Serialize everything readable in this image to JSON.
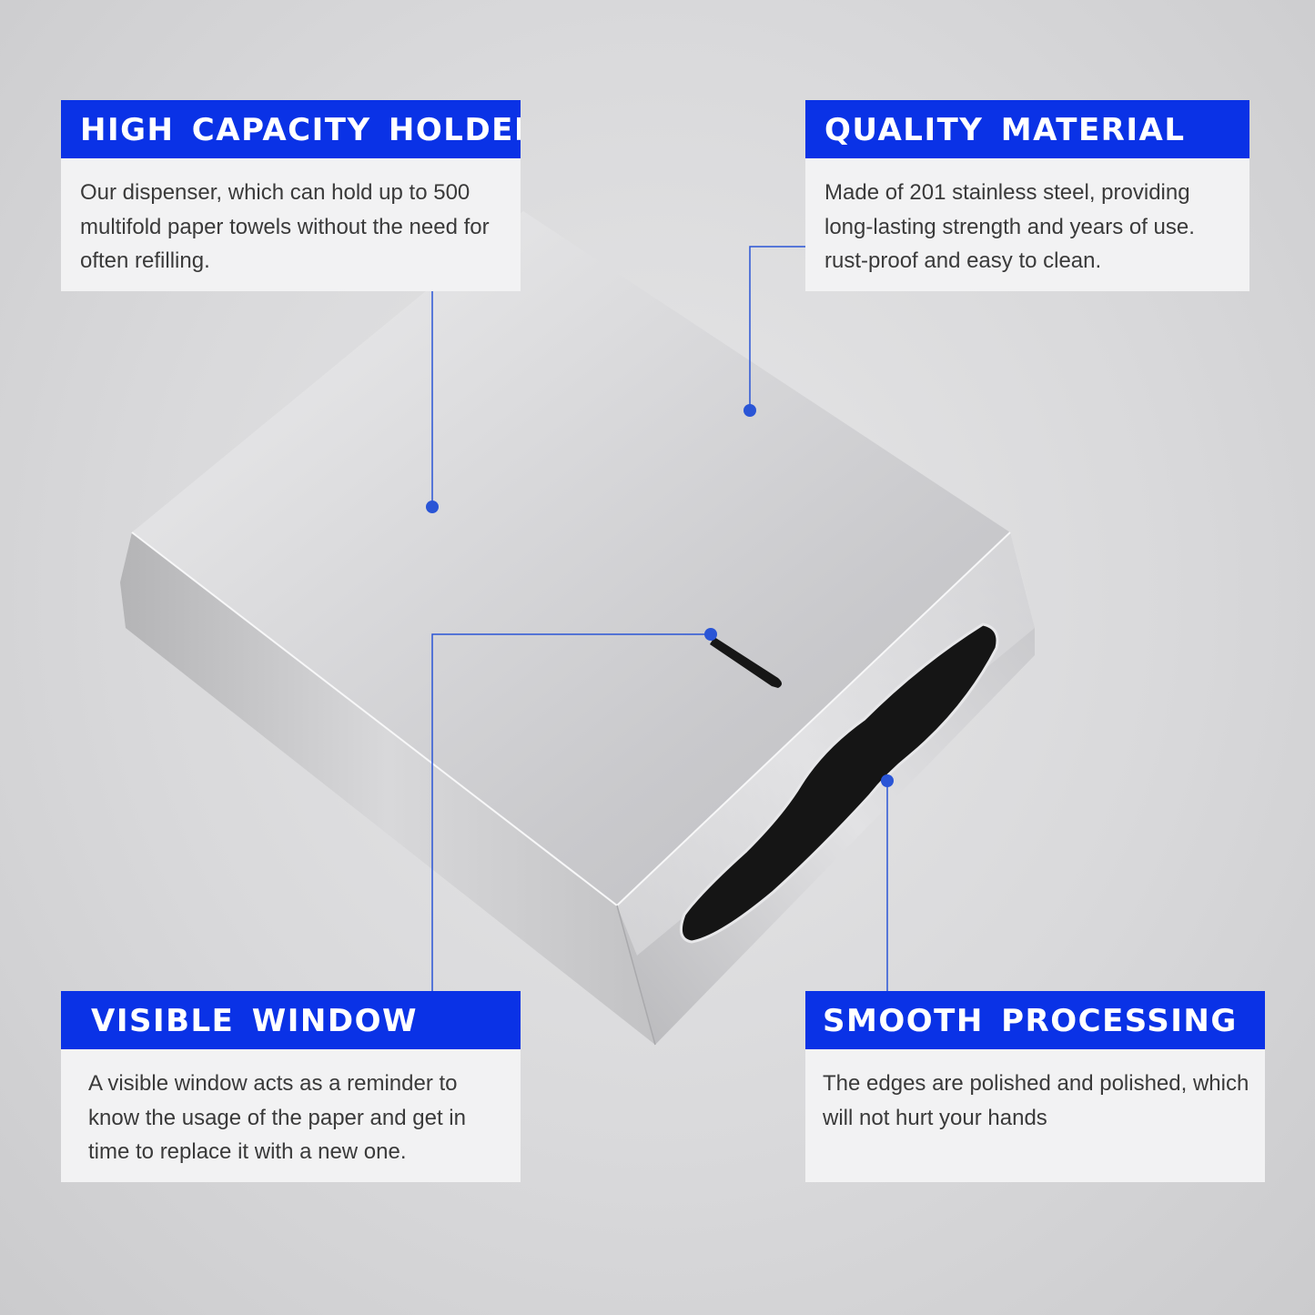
{
  "callouts": {
    "capacity": {
      "title": "HIGH CAPACITY HOLDER",
      "text": "Our dispenser, which can hold up to 500 multifold paper towels without the need for often refilling."
    },
    "material": {
      "title": "QUALITY MATERIAL",
      "text": "Made of 201 stainless steel, providing long-lasting strength and years of use. rust-proof and easy to clean."
    },
    "window": {
      "title": "VISIBLE WINDOW",
      "text": "A visible window acts as a reminder to know the usage of the paper and get in time to replace it with a new one."
    },
    "processing": {
      "title": "SMOOTH PROCESSING",
      "text": "The edges are polished and polished, which will not hurt your hands"
    }
  },
  "colors": {
    "accent_blue": "#0a32e6",
    "pointer_blue": "#2a55d6",
    "card_body": "#f2f2f3"
  },
  "product": {
    "name": "stainless-steel-paper-towel-dispenser"
  }
}
